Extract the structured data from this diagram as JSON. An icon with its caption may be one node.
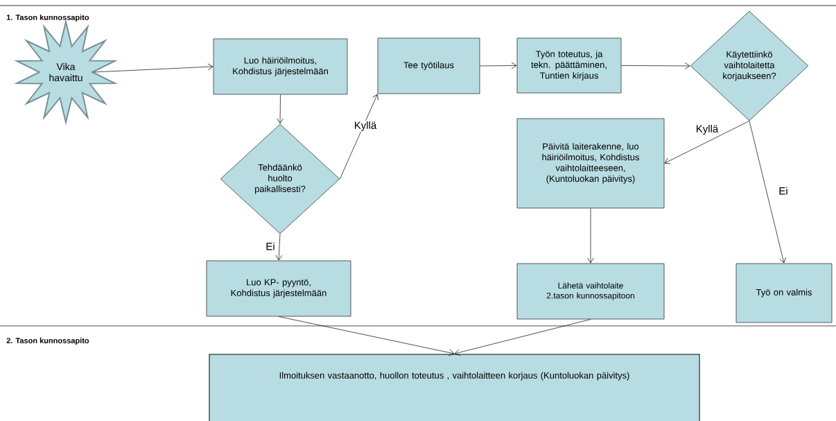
{
  "diagram": {
    "nodes": [
      {
        "text": [
          "Vika havaittu"
        ]
      },
      {
        "text": [
          "Luo häiriöilmoitus, Kohdistus järjestelmään"
        ]
      },
      {
        "text": [
          "Tehdäänkö huolto paikallisesti?"
        ]
      },
      {
        "text": [
          "Luo KP- pyyntö, Kohdistus järjestelmään"
        ]
      },
      {
        "text": [
          "Tee työtilaus"
        ]
      },
      {
        "text": [
          "Työn toteutus, ja tekn. päättäminen, Tuntien kirjaus"
        ]
      },
      {
        "text": [
          "Käytettiinkö vaihtolaitetta korjaukseen?"
        ]
      },
      {
        "text": [
          "Päivitä laiterakenne, luo häiriöilmoitus, Kohdistus vaihtolaitteeseen, (Kuntoluokan päivitys)"
        ]
      },
      {
        "text": [
          "Lähetä vaihtolaite 2.tason kunnossapitoon"
        ]
      },
      {
        "text": [
          "Työ on valmis"
        ]
      },
      {
        "text": [
          "Ilmoituksen vastaanotto, huollon toteutus , vaihtolaitteen korjaus (Kuntoluokan päivitys)"
        ]
      }
    ],
    "edges": [
      {
        "from": 0,
        "to": 1,
        "arrow": "to"
      },
      {
        "from": 1,
        "to": 2,
        "arrow": "to"
      },
      {
        "from": 2,
        "to": 4,
        "arrow": "to",
        "label": "Kyllä"
      },
      {
        "from": 2,
        "to": 3,
        "arrow": "to",
        "label": "Ei"
      },
      {
        "from": 4,
        "to": 5,
        "arrow": "to"
      },
      {
        "from": 5,
        "to": 6,
        "arrow": "to"
      },
      {
        "from": 6,
        "to": 7,
        "arrow": "to",
        "label": "Kyllä"
      },
      {
        "from": 6,
        "to": 9,
        "arrow": "to",
        "label": "Ei"
      },
      {
        "from": 7,
        "to": 8,
        "arrow": "to"
      },
      {
        "from": 3,
        "to": 10,
        "arrow": "to"
      },
      {
        "from": 8,
        "to": 10,
        "arrow": "to"
      }
    ],
    "labels": [
      "1. Tason kunnossapito",
      "2. Tason kunnossapito"
    ]
  }
}
